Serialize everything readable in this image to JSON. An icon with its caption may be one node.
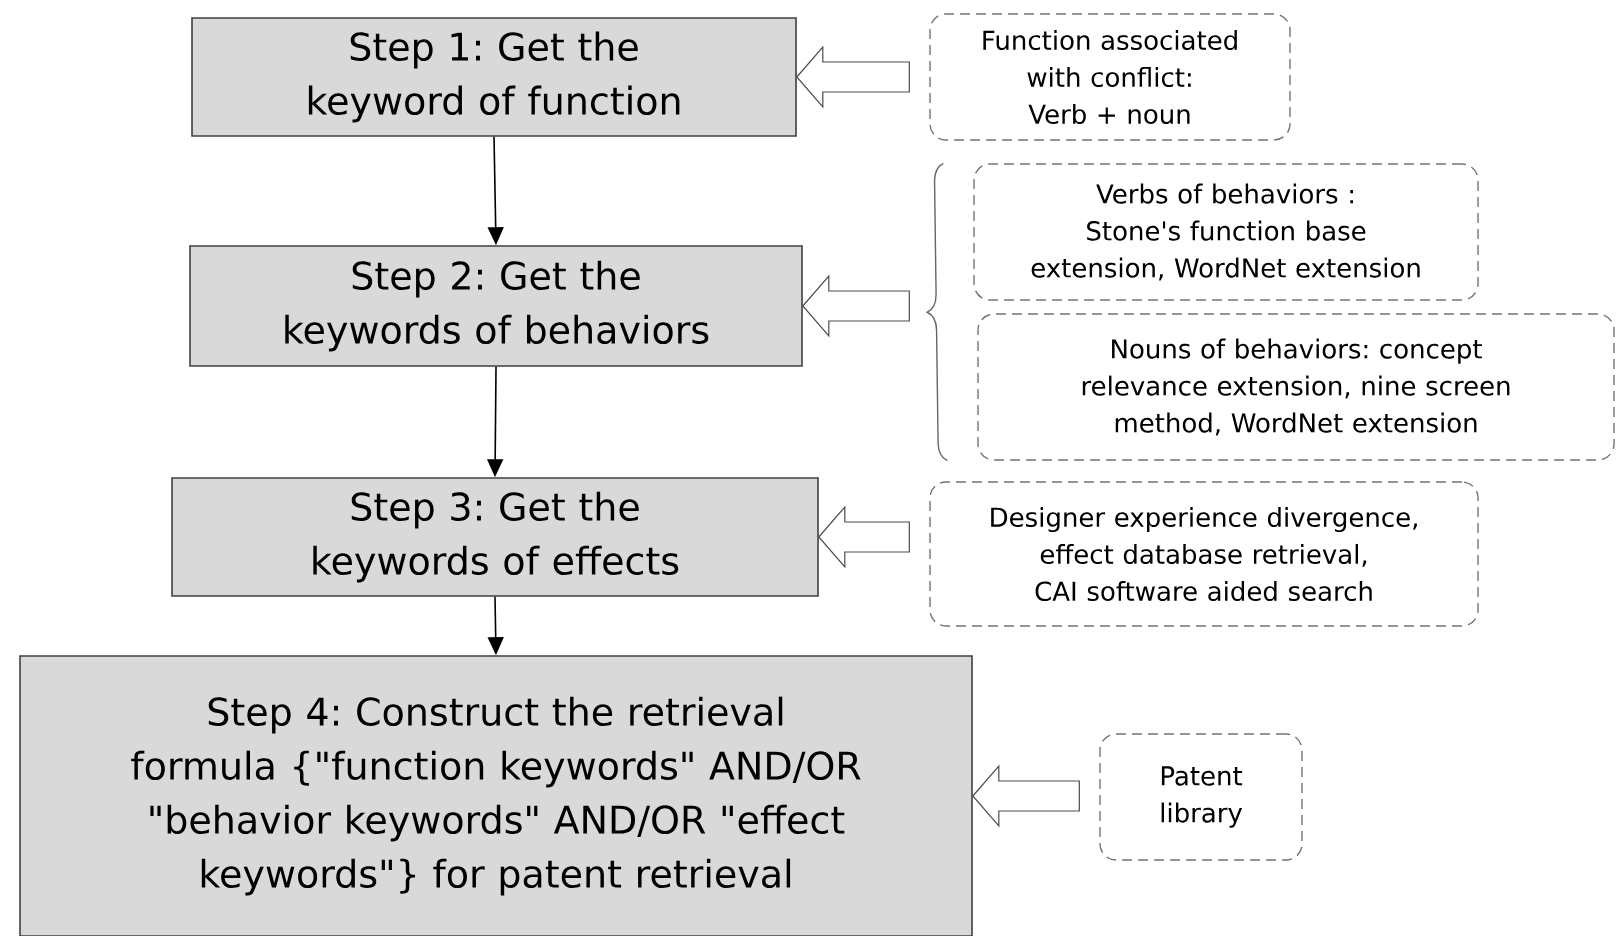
{
  "diagram": {
    "nodes": [
      {
        "text": [
          "Step 1: Get the keyword of function"
        ]
      },
      {
        "text": [
          "Step 2: Get the keywords of behaviors"
        ]
      },
      {
        "text": [
          "Step 3: Get the keywords of effects"
        ]
      },
      {
        "text": [
          "Step 4: Construct the retrieval formula {\"function keywords\" AND/OR \"behavior keywords\" AND/OR \"effect keywords\"} for patent retrieval"
        ]
      },
      {
        "text": [
          "Function associated with conflict: Verb + noun"
        ]
      },
      {
        "text": [
          "Verbs of behaviors : Stone's function base extension, WordNet extension"
        ]
      },
      {
        "text": [
          "Nouns of behaviors: concept relevance extension, nine screen method, WordNet extension"
        ]
      },
      {
        "text": [
          "Designer experience divergence, effect database retrieval, CAI software aided search"
        ]
      },
      {
        "text": [
          "Patent library"
        ]
      }
    ],
    "edges": [
      {
        "from": 0,
        "to": 1,
        "arrow": "to"
      },
      {
        "from": 1,
        "to": 2,
        "arrow": "to"
      },
      {
        "from": 2,
        "to": 3,
        "arrow": "to"
      },
      {
        "from": 4,
        "to": 0,
        "arrow": "to",
        "style": "thick"
      },
      {
        "from": 5,
        "to": 1,
        "arrow": "to",
        "style": "thick"
      },
      {
        "from": 6,
        "to": 1,
        "arrow": "to",
        "style": "thick"
      },
      {
        "from": 7,
        "to": 2,
        "arrow": "to",
        "style": "thick"
      },
      {
        "from": 8,
        "to": 3,
        "arrow": "to",
        "style": "thick"
      }
    ]
  }
}
